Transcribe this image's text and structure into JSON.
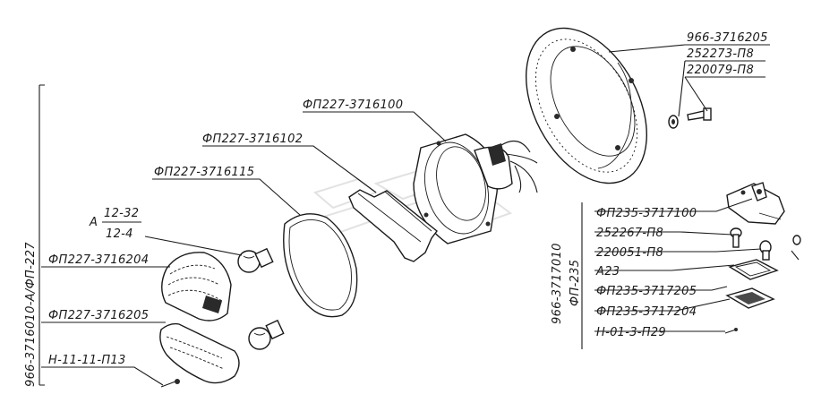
{
  "labels": {
    "ring_part": "966-3716205",
    "ring_screw": "252273-П8",
    "ring_washer": "220079-П8",
    "housing": "ФП227-3716100",
    "bracket": "ФП227-3716102",
    "gasket": "ФП227-3716115",
    "bulb_prefix": "А",
    "bulb_upper": "12-32",
    "bulb_lower": "12-4",
    "lens_upper": "ФП227-3716204",
    "lens_lower": "ФП227-3716205",
    "screw_left": "Н-11-11-П13",
    "left_assembly": "966-3716010-А/ФП-227",
    "plate_assembly_top": "966-3717010",
    "plate_assembly_bottom": "ФП-235",
    "plate_lamp": "ФП235-3717100",
    "plate_screw": "252267-П8",
    "plate_washer": "220051-П8",
    "plate_bulb": "А23",
    "plate_lens": "ФП235-3717205",
    "plate_frame": "ФП235-3717204",
    "plate_small_screw": "Н-01-3-П29"
  }
}
